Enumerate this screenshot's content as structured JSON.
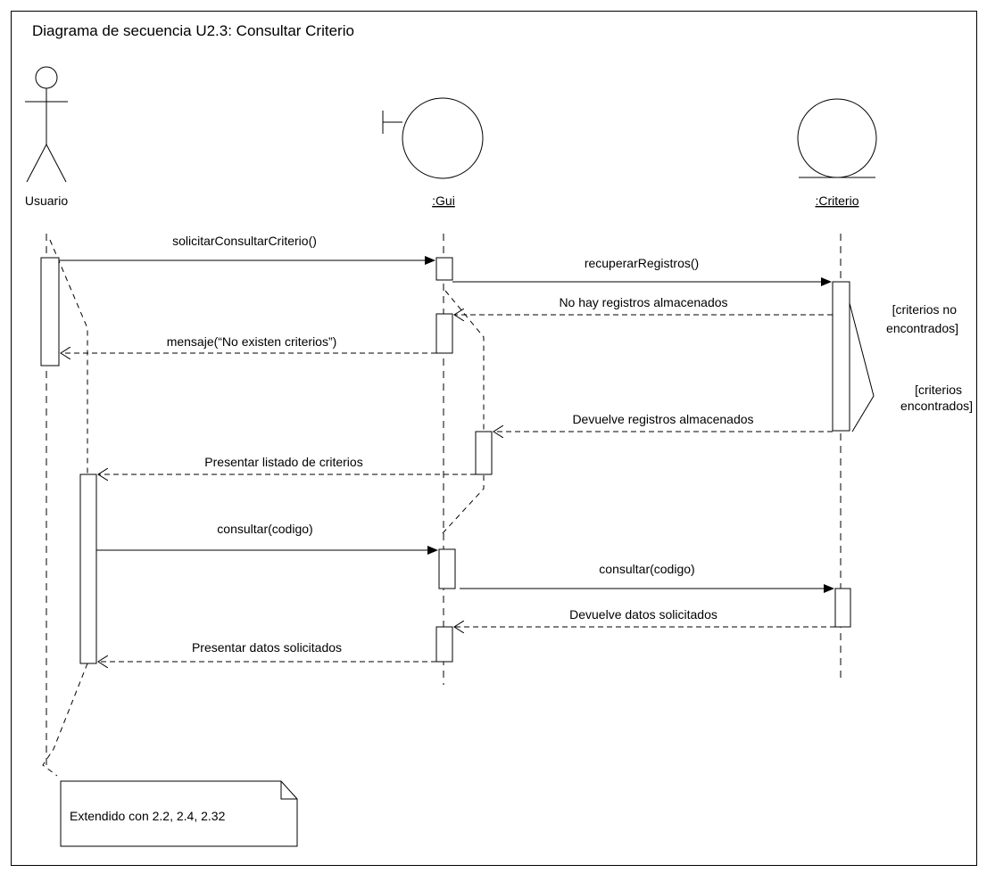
{
  "diagram": {
    "title": "Diagrama de secuencia U2.3: Consultar Criterio",
    "actor": {
      "label": "Usuario",
      "icon": "stick-figure-icon"
    },
    "gui": {
      "label": ":Gui",
      "icon": "boundary-icon"
    },
    "entity": {
      "label": ":Criterio",
      "icon": "entity-icon"
    },
    "messages": {
      "m1": "solicitarConsultarCriterio()",
      "m2": "recuperarRegistros()",
      "m3": "No hay registros almacenados",
      "m4": "mensaje(“No existen criterios”)",
      "m5": "Devuelve registros almacenados",
      "m6": "Presentar listado de criterios",
      "m7": "consultar(codigo)",
      "m8": "consultar(codigo)",
      "m9": "Devuelve datos solicitados",
      "m10": "Presentar datos solicitados"
    },
    "guards": {
      "g1_line1": "[criterios no",
      "g1_line2": "encontrados]",
      "g2_line1": "[criterios",
      "g2_line2": "encontrados]"
    },
    "note": "Extendido con 2.2, 2.4, 2.32"
  }
}
